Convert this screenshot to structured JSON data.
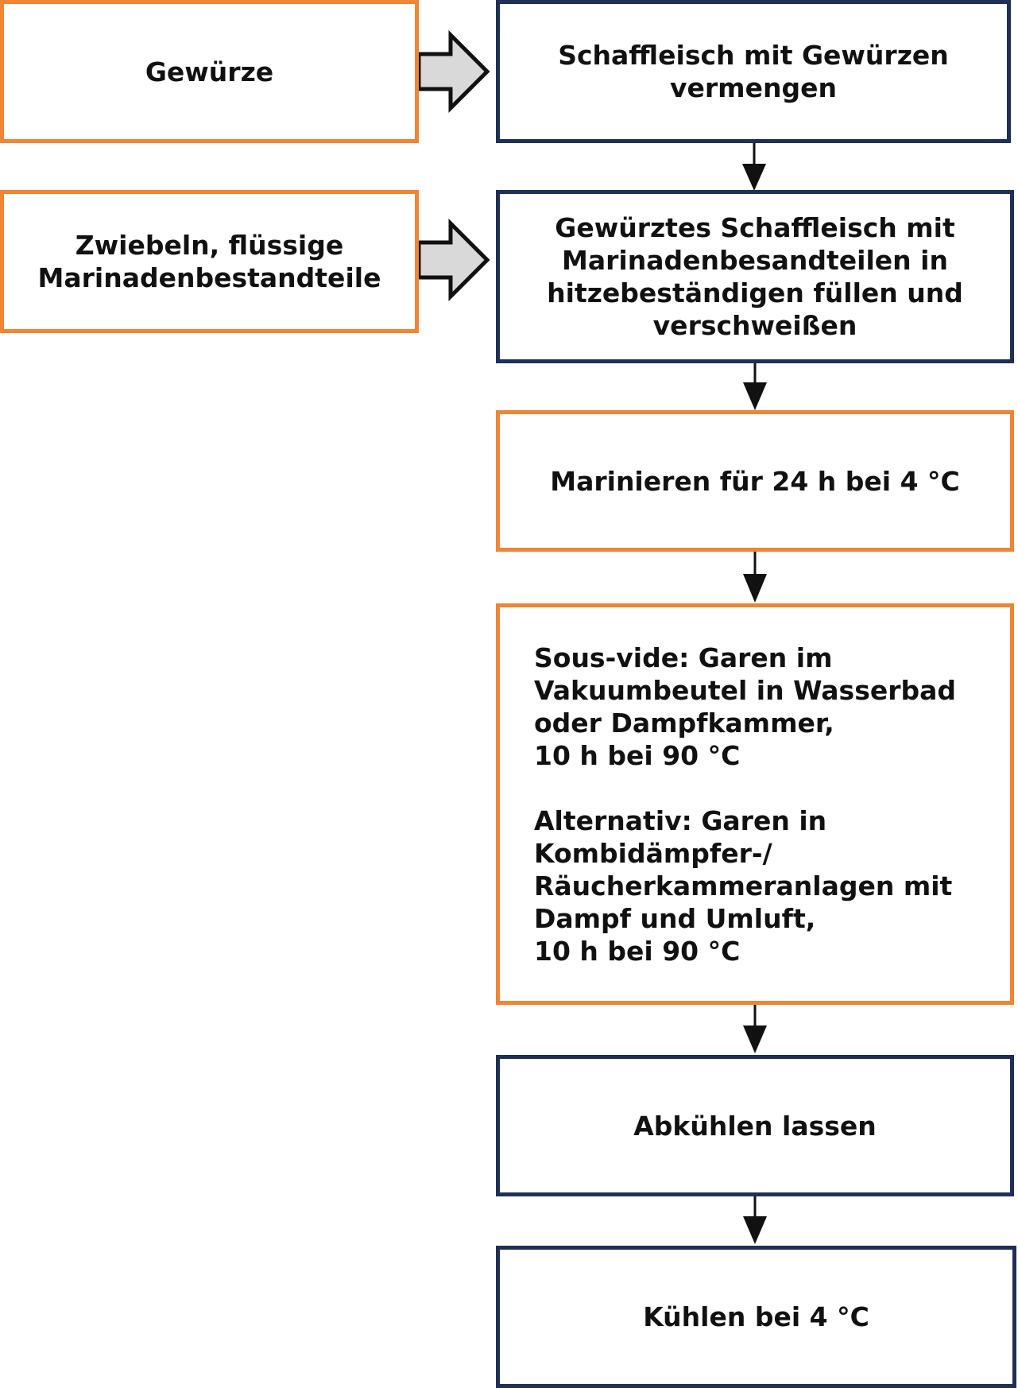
{
  "diagram": {
    "colors": {
      "orange": "#ef8535",
      "navy": "#1f2f55",
      "arrow_fill": "#d9d9d9"
    },
    "inputs": [
      {
        "label": "Gewürze"
      },
      {
        "label": "Zwiebeln, flüssige\nMarinadenbestandteile"
      }
    ],
    "steps": [
      {
        "label": "Schaffleisch mit Gewürzen\nvermengen"
      },
      {
        "label": "Gewürztes Schaffleisch mit\nMarinadenbesandteilen in\nhitzebeständigen füllen und\nverschweißen"
      },
      {
        "label": "Marinieren für 24 h bei 4 °C"
      },
      {
        "label_a": "Sous-vide: Garen im\nVakuumbeutel in Wasserbad\noder Dampfkammer,\n10 h bei 90 °C",
        "label_b": "Alternativ: Garen in\nKombidämpfer-/\nRäucherkammeranlagen mit\nDampf und Umluft,\n10 h bei 90 °C"
      },
      {
        "label": "Abkühlen lassen"
      },
      {
        "label": "Kühlen bei 4 °C"
      }
    ]
  }
}
